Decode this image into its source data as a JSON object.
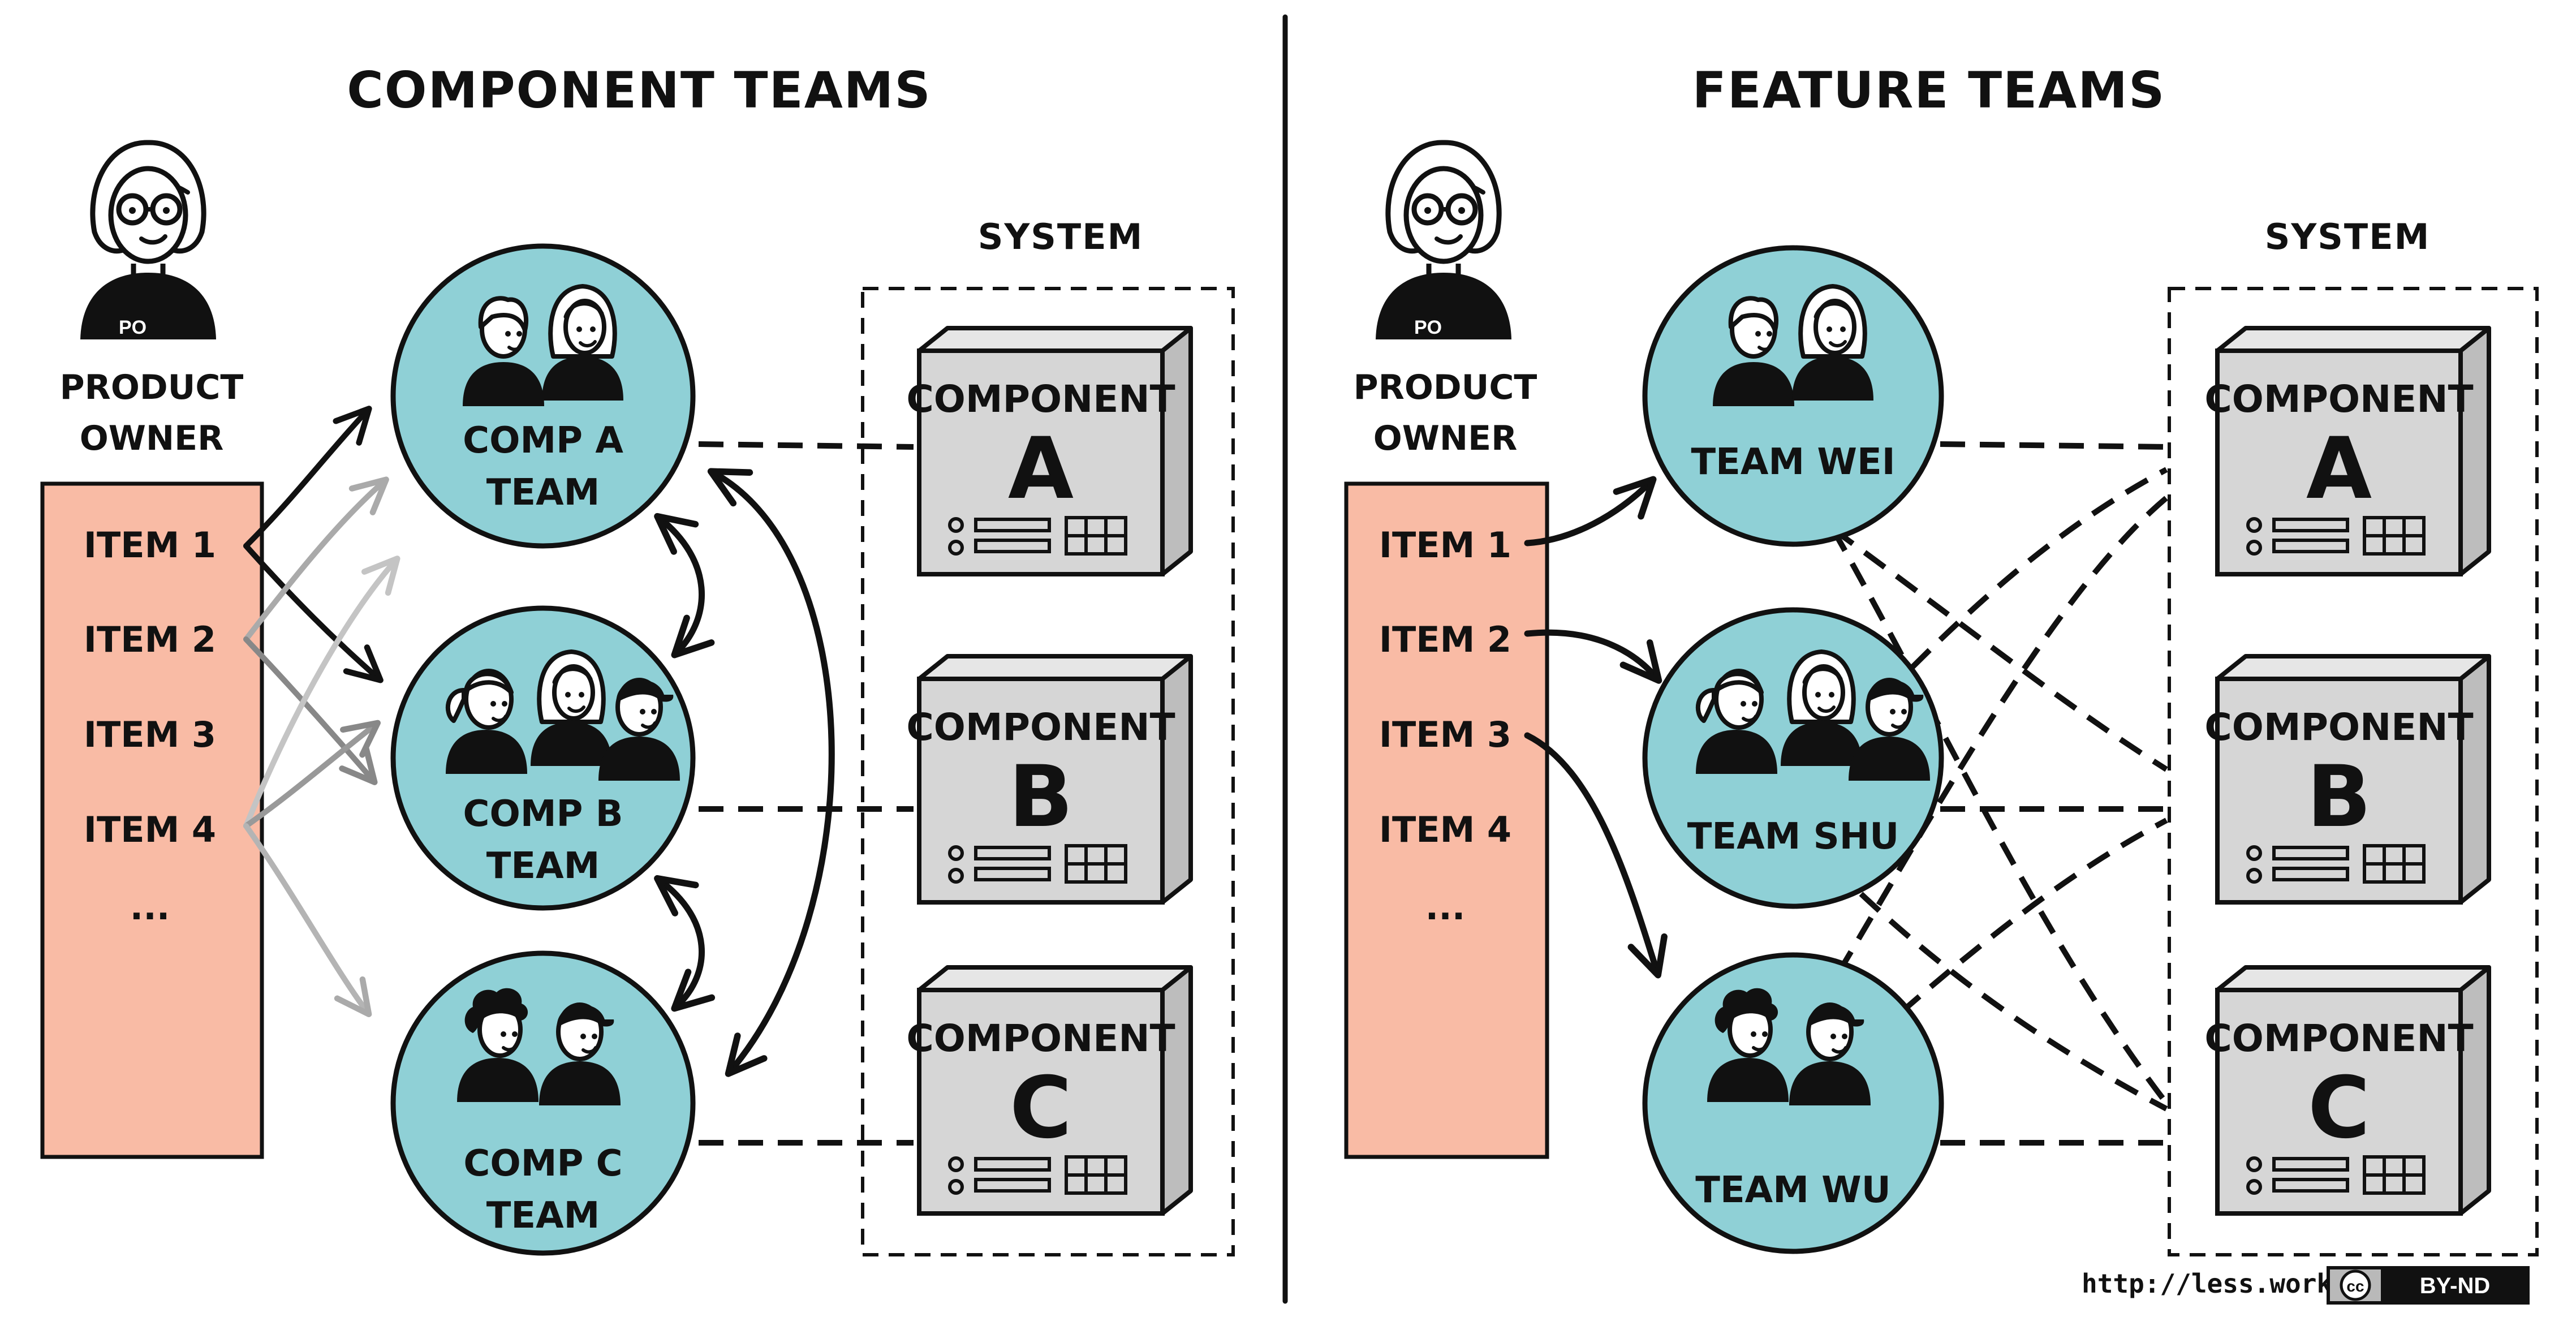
{
  "left": {
    "title": "COMPONENT TEAMS",
    "product_owner": {
      "badge": "PO",
      "label_line1": "PRODUCT",
      "label_line2": "OWNER"
    },
    "backlog": [
      "ITEM 1",
      "ITEM 2",
      "ITEM 3",
      "ITEM 4",
      "..."
    ],
    "system_label": "SYSTEM",
    "teams": [
      {
        "line1": "COMP A",
        "line2": "TEAM"
      },
      {
        "line1": "COMP B",
        "line2": "TEAM"
      },
      {
        "line1": "COMP C",
        "line2": "TEAM"
      }
    ],
    "components": [
      {
        "word": "COMPONENT",
        "letter": "A"
      },
      {
        "word": "COMPONENT",
        "letter": "B"
      },
      {
        "word": "COMPONENT",
        "letter": "C"
      }
    ]
  },
  "right": {
    "title": "FEATURE TEAMS",
    "product_owner": {
      "badge": "PO",
      "label_line1": "PRODUCT",
      "label_line2": "OWNER"
    },
    "backlog": [
      "ITEM 1",
      "ITEM 2",
      "ITEM 3",
      "ITEM 4",
      "..."
    ],
    "system_label": "SYSTEM",
    "teams": [
      {
        "line1": "TEAM WEI"
      },
      {
        "line1": "TEAM SHU"
      },
      {
        "line1": "TEAM WU"
      }
    ],
    "components": [
      {
        "word": "COMPONENT",
        "letter": "A"
      },
      {
        "word": "COMPONENT",
        "letter": "B"
      },
      {
        "word": "COMPONENT",
        "letter": "C"
      }
    ]
  },
  "footer": {
    "url": "http://less.works",
    "license_cc": "cc",
    "license_text": "BY-ND"
  },
  "colors": {
    "team_fill": "#8fd0d6",
    "backlog_fill": "#f9bba5",
    "component_front": "#d6d6d6",
    "component_side": "#bdbdbd",
    "ink": "#111111"
  }
}
